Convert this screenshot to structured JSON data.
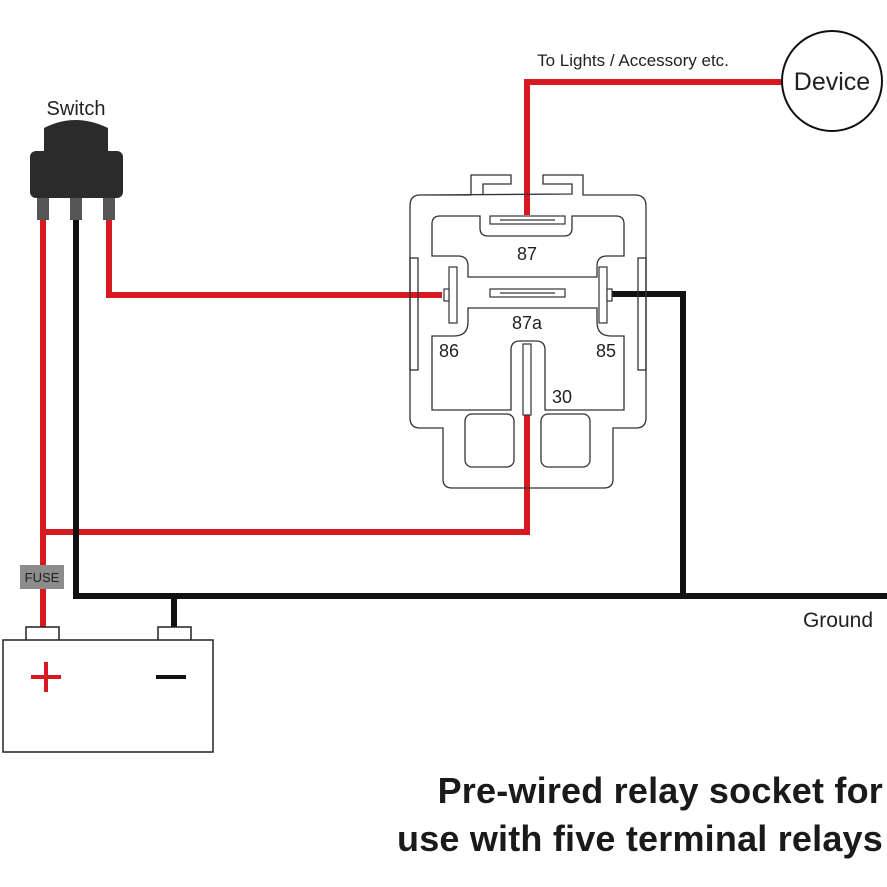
{
  "labels": {
    "switch": "Switch",
    "device": "Device",
    "to_lights": "To Lights / Accessory etc.",
    "fuse": "FUSE",
    "ground": "Ground",
    "battery_plus": "+",
    "battery_minus": "—",
    "pin_87": "87",
    "pin_87a": "87a",
    "pin_86": "86",
    "pin_85": "85",
    "pin_30": "30"
  },
  "caption": {
    "line1": "Pre-wired relay socket for",
    "line2": "use with five terminal relays"
  },
  "colors": {
    "positive_wire": "#d71920",
    "ground_wire": "#111111",
    "switch_body": "#2b2b2b",
    "fuse_fill": "#8c8c8c",
    "outline": "#333333"
  }
}
